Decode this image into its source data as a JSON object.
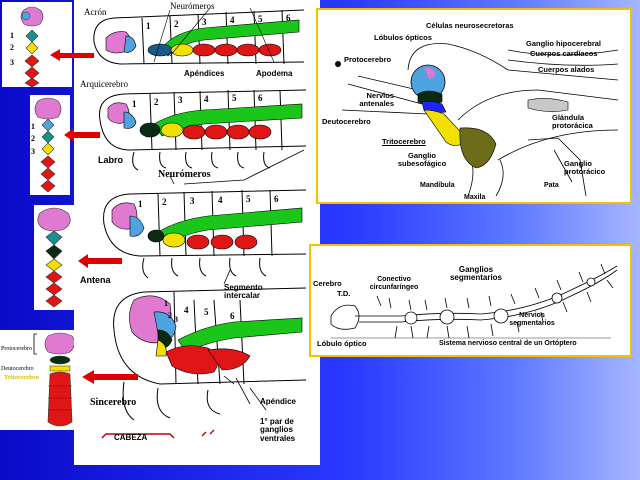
{
  "colors": {
    "background_blue": "#1a26ff",
    "panel_border": "#f2c200",
    "protocerebrum": "#e07ad0",
    "deutocerebrum": "#1a8f8f",
    "tritocerebrum": "#f2e000",
    "ganglia": "#e01616",
    "nerve_cord": "#19c619",
    "dark_segment": "#0b2b10",
    "light_blue": "#4fa3e0"
  },
  "left_panel": {
    "acron": "Acrón",
    "neuromeros_top": "Neurómeros",
    "segment_numbers_top": [
      "1",
      "2",
      "3",
      "4",
      "5",
      "6"
    ],
    "apendices": "Apéndices",
    "apodema": "Apodema",
    "arquicerebro": "Arquicerebro",
    "labro": "Labro",
    "neuromeros_mid": "Neurómeros",
    "segment_numbers_mid": [
      "1",
      "2",
      "3",
      "4",
      "5",
      "6"
    ],
    "segment_numbers_3": [
      "1",
      "2",
      "3",
      "4",
      "5",
      "6"
    ],
    "antena": "Antena",
    "segmento_intercalar": "Segmento intercalar",
    "segment_numbers_4": [
      "1",
      "2",
      "3",
      "4",
      "5",
      "6"
    ],
    "sincerebro": "Sincerebro",
    "apendice": "Apéndice",
    "primer_par": "1° par de ganglios ventrales",
    "cabeza": "CABEZA"
  },
  "mini_strips": {
    "strip1_numbers": [
      "1",
      "2",
      "3"
    ],
    "strip2_numbers": [
      "1",
      "2",
      "3"
    ],
    "protocerebro": "Protocerebro",
    "deutocerebro": "Deutocerebro",
    "tritocerebro": "Tritocerebro"
  },
  "top_right": {
    "celulas_neurosecretoras": "Células neurosecretoras",
    "lobulos_opticos": "Lóbulos ópticos",
    "ganglio_hipocerebral": "Ganglio hipocerebral",
    "cuerpos_cardiacos": "Cuerpos cardíacos",
    "cuerpos_alados": "Cuerpos alados",
    "protocerebro": "Protocerebro",
    "nervios_antenales": "Nervios antenales",
    "deutocerebro": "Deutocerebro",
    "glandula_protoracica": "Glándula protorácica",
    "tritocerebro": "Tritocerebro",
    "ganglio_subesofagico": "Ganglio subesofágico",
    "ganglio_protoracico": "Ganglio protorácico",
    "mandibula": "Mandíbula",
    "maxila": "Maxila",
    "pata": "Pata"
  },
  "bottom_right": {
    "cerebro": "Cerebro",
    "td": "T.D.",
    "conectivo": "Conectivo circunfaríngeo",
    "ganglios_segmentarios": "Ganglios segmentarios",
    "nervios_segmentarios": "Nervios segmentarios",
    "lobulo_optico": "Lóbulo óptico",
    "sistema_nervioso": "Sistema nervioso central de un Ortóptero"
  }
}
